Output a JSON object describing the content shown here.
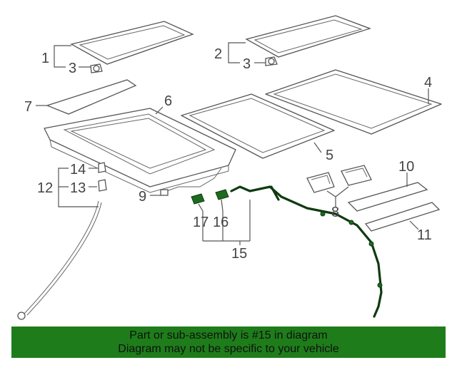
{
  "callouts": {
    "c1": "1",
    "c2": "2",
    "c3a": "3",
    "c3b": "3",
    "c4": "4",
    "c5": "5",
    "c6": "6",
    "c7": "7",
    "c8": "8",
    "c9": "9",
    "c10": "10",
    "c11": "11",
    "c12": "12",
    "c13": "13",
    "c14": "14",
    "c15": "15",
    "c16": "16",
    "c17": "17"
  },
  "banner": {
    "line1": "Part or sub-assembly is #15 in diagram",
    "line2": "Diagram may not be specific to your vehicle"
  },
  "colors": {
    "banner_bg": "#1e7d1a",
    "highlight": "#1c6b1e",
    "line_art": "#555555"
  }
}
